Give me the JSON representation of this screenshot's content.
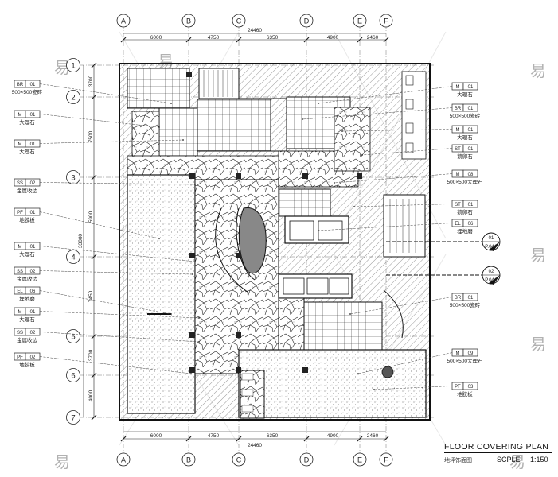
{
  "title": {
    "main": "FLOOR COVERING PLAN",
    "cn": "地坪饰面图",
    "scale_label": "SCPLE",
    "scale_value": "1:150"
  },
  "grid_columns": [
    "A",
    "B",
    "C",
    "D",
    "E",
    "F"
  ],
  "grid_rows": [
    "1",
    "2",
    "3",
    "4",
    "5",
    "6",
    "7"
  ],
  "dims_top": {
    "total": "24460",
    "spans": [
      "6000",
      "4750",
      "6350",
      "4900",
      "2460"
    ]
  },
  "dims_bottom": {
    "total": "24460",
    "spans": [
      "6000",
      "4750",
      "6350",
      "4900",
      "2460"
    ]
  },
  "dims_left": {
    "total": "33000",
    "spans": [
      "3700",
      "7500",
      "5900",
      "7450",
      "3700",
      "4000"
    ]
  },
  "left_tags": [
    {
      "code": "BR",
      "num": "01",
      "label": "500×500瓷砖"
    },
    {
      "code": "M",
      "num": "01",
      "label": "大理石"
    },
    {
      "code": "M",
      "num": "01",
      "label": "大理石"
    },
    {
      "code": "SS",
      "num": "02",
      "label": "金属收边"
    },
    {
      "code": "PF",
      "num": "01",
      "label": "地胶板"
    },
    {
      "code": "M",
      "num": "01",
      "label": "大理石"
    },
    {
      "code": "SS",
      "num": "02",
      "label": "金属收边"
    },
    {
      "code": "EL",
      "num": "06",
      "label": "埋地磨"
    },
    {
      "code": "M",
      "num": "01",
      "label": "大理石"
    },
    {
      "code": "SS",
      "num": "02",
      "label": "金属收边"
    },
    {
      "code": "PF",
      "num": "02",
      "label": "地胶板"
    }
  ],
  "right_tags": [
    {
      "code": "M",
      "num": "01",
      "label": "大理石"
    },
    {
      "code": "BR",
      "num": "01",
      "label": "500×500瓷砖"
    },
    {
      "code": "M",
      "num": "01",
      "label": "大理石"
    },
    {
      "code": "ST",
      "num": "01",
      "label": "鹅卵石"
    },
    {
      "code": "M",
      "num": "08",
      "label": "500×500大理石"
    },
    {
      "code": "ST",
      "num": "01",
      "label": "鹅卵石"
    },
    {
      "code": "EL",
      "num": "06",
      "label": "埋地磨"
    },
    {
      "code": "BR",
      "num": "01",
      "label": "500×500瓷砖"
    },
    {
      "code": "M",
      "num": "09",
      "label": "500×500大理石"
    },
    {
      "code": "PF",
      "num": "03",
      "label": "地胶板"
    }
  ],
  "section_marks": [
    {
      "num": "01",
      "ref": "P.04A"
    },
    {
      "num": "02",
      "ref": "P.04A"
    }
  ],
  "watermark": "易"
}
